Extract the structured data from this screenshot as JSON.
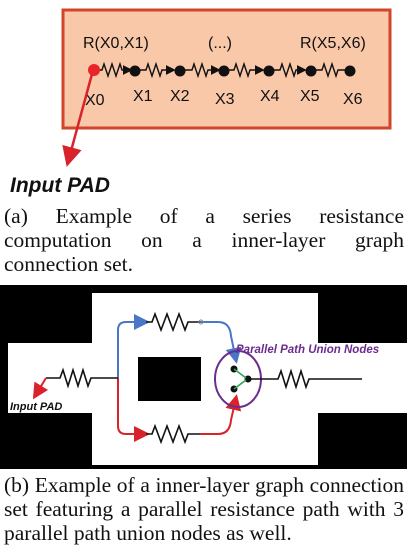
{
  "figure_a": {
    "labels_top": [
      "R(X0,X1)",
      "(...)",
      "R(X5,X6)"
    ],
    "nodes": [
      "X0",
      "X1",
      "X2",
      "X3",
      "X4",
      "X5",
      "X6"
    ],
    "input_label": "Input PAD",
    "colors": {
      "box_fill": "#f8c8a8",
      "box_border": "#d2452b",
      "input_node": "#e8262a",
      "arrow": "#e8262a"
    },
    "caption": "(a) Example of a series resistance computation on a inner-layer graph connection set."
  },
  "figure_b": {
    "union_label": "Parallel Path Union  Nodes",
    "input_label": "Input PAD",
    "colors": {
      "background": "#000000",
      "shape": "#ffffff",
      "upper_path": "#4a76c8",
      "lower_path": "#d9232a",
      "union_circle": "#6b2c8e",
      "union_text": "#6b2c8e",
      "green_arrow": "#2aa84a"
    },
    "caption": "(b) Example of a inner-layer graph connection set featuring a parallel resistance path with 3 parallel path union nodes as well."
  }
}
